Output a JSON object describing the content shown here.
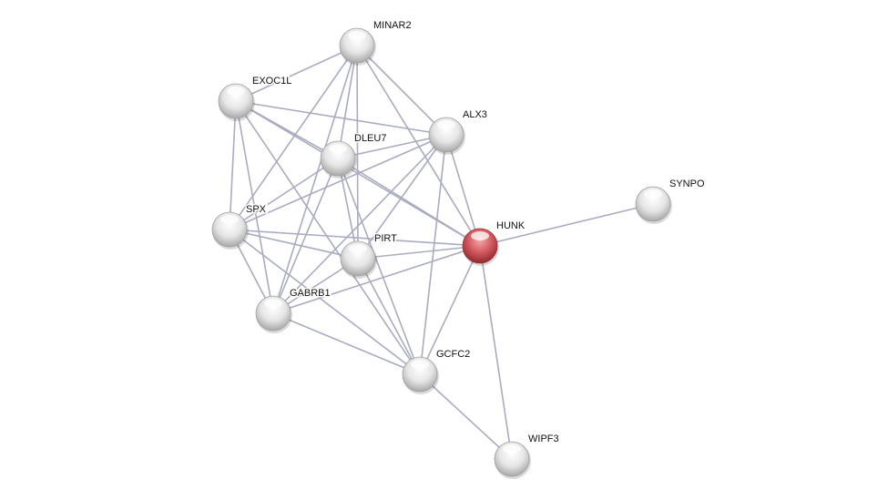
{
  "network": {
    "nodes": [
      {
        "id": "MINAR2",
        "label": "MINAR2",
        "query": false
      },
      {
        "id": "EXOC1L",
        "label": "EXOC1L",
        "query": false
      },
      {
        "id": "ALX3",
        "label": "ALX3",
        "query": false
      },
      {
        "id": "DLEU7",
        "label": "DLEU7",
        "query": false
      },
      {
        "id": "SYNPO",
        "label": "SYNPO",
        "query": false
      },
      {
        "id": "SPX",
        "label": "SPX",
        "query": false
      },
      {
        "id": "HUNK",
        "label": "HUNK",
        "query": true
      },
      {
        "id": "PIRT",
        "label": "PIRT",
        "query": false
      },
      {
        "id": "GABRB1",
        "label": "GABRB1",
        "query": false
      },
      {
        "id": "GCFC2",
        "label": "GCFC2",
        "query": false
      },
      {
        "id": "WIPF3",
        "label": "WIPF3",
        "query": false
      }
    ],
    "edges": [
      [
        "MINAR2",
        "EXOC1L"
      ],
      [
        "MINAR2",
        "ALX3"
      ],
      [
        "MINAR2",
        "HUNK"
      ],
      [
        "MINAR2",
        "DLEU7"
      ],
      [
        "MINAR2",
        "PIRT"
      ],
      [
        "MINAR2",
        "SPX"
      ],
      [
        "MINAR2",
        "GABRB1"
      ],
      [
        "EXOC1L",
        "ALX3"
      ],
      [
        "EXOC1L",
        "SPX"
      ],
      [
        "EXOC1L",
        "GABRB1"
      ],
      [
        "EXOC1L",
        "HUNK"
      ],
      [
        "EXOC1L",
        "DLEU7"
      ],
      [
        "EXOC1L",
        "GCFC2"
      ],
      [
        "ALX3",
        "DLEU7"
      ],
      [
        "ALX3",
        "SPX"
      ],
      [
        "ALX3",
        "GABRB1"
      ],
      [
        "ALX3",
        "PIRT"
      ],
      [
        "ALX3",
        "GCFC2"
      ],
      [
        "ALX3",
        "HUNK"
      ],
      [
        "DLEU7",
        "HUNK"
      ],
      [
        "DLEU7",
        "GABRB1"
      ],
      [
        "DLEU7",
        "PIRT"
      ],
      [
        "DLEU7",
        "GCFC2"
      ],
      [
        "DLEU7",
        "SPX"
      ],
      [
        "SPX",
        "HUNK"
      ],
      [
        "SPX",
        "PIRT"
      ],
      [
        "SPX",
        "GABRB1"
      ],
      [
        "SPX",
        "GCFC2"
      ],
      [
        "PIRT",
        "HUNK"
      ],
      [
        "PIRT",
        "GCFC2"
      ],
      [
        "PIRT",
        "GABRB1"
      ],
      [
        "GABRB1",
        "HUNK"
      ],
      [
        "GABRB1",
        "GCFC2"
      ],
      [
        "HUNK",
        "SYNPO"
      ],
      [
        "HUNK",
        "WIPF3"
      ],
      [
        "HUNK",
        "GCFC2"
      ],
      [
        "GCFC2",
        "WIPF3"
      ]
    ],
    "colors": {
      "edge": "#a9acc0",
      "node": "#e4e4e4",
      "query_node": "#d0575c"
    }
  }
}
